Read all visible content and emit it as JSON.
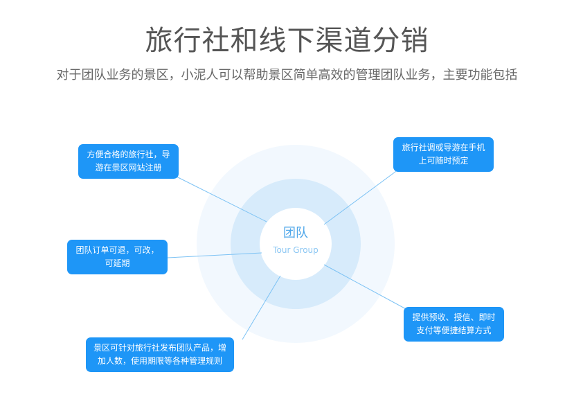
{
  "header": {
    "title": "旅行社和线下渠道分销",
    "subtitle": "对于团队业务的景区，小泥人可以帮助景区简单高效的管理团队业务，主要功能包括"
  },
  "center": {
    "label_cn": "团队",
    "label_en": "Tour Group"
  },
  "features": [
    {
      "text": "方便合格的旅行社，导游在景区网站注册"
    },
    {
      "text": "旅行社调或导游在手机上可随时预定"
    },
    {
      "text": "团队订单可退，可改，可延期"
    },
    {
      "text": "提供预收、授信、即时支付等便捷结算方式"
    },
    {
      "text": "景区可针对旅行社发布团队产品，增加人数，使用期限等各种管理规则"
    }
  ],
  "colors": {
    "box": "#1e96f7",
    "connector": "#7cc2f4",
    "ring_outer": "#f2f8fe",
    "ring_inner": "#d7ebfb",
    "center_text": "#4fa7ea"
  }
}
